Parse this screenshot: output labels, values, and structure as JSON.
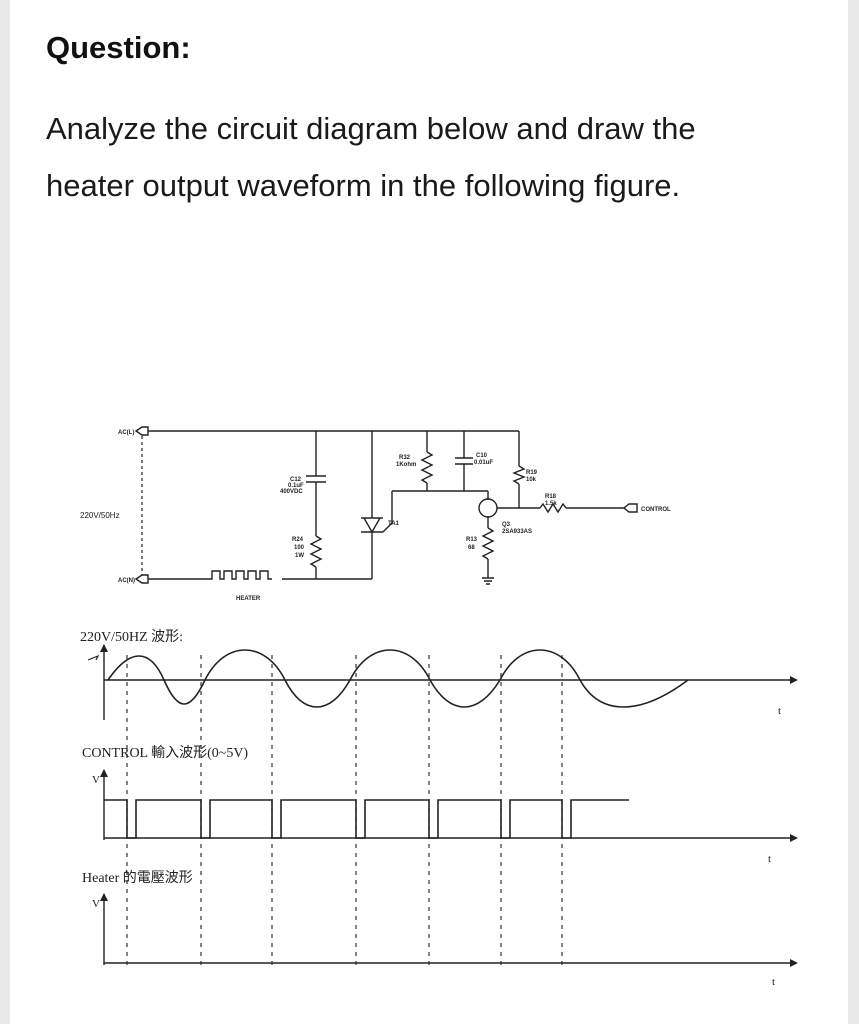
{
  "question": {
    "title": "Question:",
    "body": "Analyze the circuit diagram below and draw the heater output waveform in the following figure."
  },
  "circuit": {
    "ac_top": "AC(L)",
    "ac_bottom": "AC(N)",
    "supply": "220V/50Hz",
    "heater": "HEATER",
    "c12": [
      "C12",
      "0.1uF",
      "400VDC"
    ],
    "r24": [
      "R24",
      "100",
      "1W"
    ],
    "triac": "TA1",
    "r32": [
      "R32",
      "1Kohm"
    ],
    "c10": [
      "C10",
      "0.01uF"
    ],
    "r19": [
      "R19",
      "10k"
    ],
    "r18": [
      "R18",
      "1.5k"
    ],
    "q3": [
      "Q3",
      "2SA933AS"
    ],
    "r13": [
      "R13",
      "68"
    ],
    "control": "CONTROL"
  },
  "waveforms": {
    "ac_label": "220V/50HZ 波形:",
    "ac_axis": "t",
    "control_label": "CONTROL 輸入波形(0~5V)",
    "control_axis_v": "V",
    "control_axis_t": "t",
    "heater_label": "Heater 的電壓波形",
    "heater_axis_v": "V",
    "heater_axis_t": "t"
  }
}
